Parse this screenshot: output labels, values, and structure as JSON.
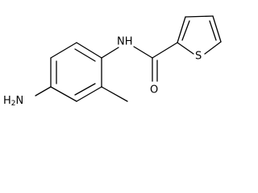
{
  "molecule": {
    "amine_label": "H2N",
    "amine_main": "H",
    "amine_sub": "2",
    "amine_tail": "N",
    "amide_nh_label": "NH",
    "carbonyl_o_label": "O",
    "thiophene_s_label": "S"
  },
  "colors": {
    "bond": "#000000",
    "text": "#000000",
    "background": "#ffffff"
  }
}
